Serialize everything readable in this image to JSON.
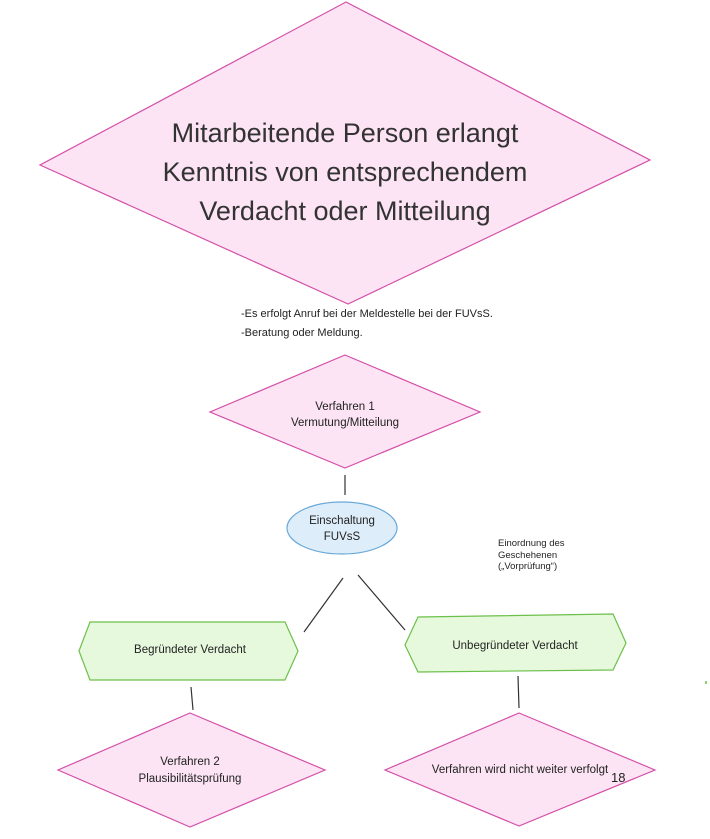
{
  "colors": {
    "decision_fill": "#fce4f4",
    "decision_stroke": "#d44fa8",
    "process_fill": "#e6f9dc",
    "process_stroke": "#6cc04a",
    "oval_fill": "#ddeefa",
    "oval_stroke": "#6aa8d8",
    "connector": "#333333"
  },
  "main_decision": {
    "text": "Mitarbeitende Person erlangt\nKenntnis von entsprechendem\nVerdacht oder Mitteilung"
  },
  "notes": {
    "line1": "-Es erfolgt Anruf bei der Meldestelle bei der FUVsS.",
    "line2": "-Beratung oder Meldung."
  },
  "verfahren1": {
    "title": "Verfahren 1",
    "subtitle": "Vermutung/Mitteilung"
  },
  "einschaltung": {
    "line1": "Einschaltung",
    "line2": "FUVsS"
  },
  "side_note": {
    "text": "Einordnung des\nGeschehenen\n(„Vorprüfung“)"
  },
  "branches": {
    "left_label": "Begründeter Verdacht",
    "right_label": "Unbegründeter Verdacht"
  },
  "verfahren2": {
    "title": "Verfahren 2",
    "subtitle": "Plausibilitätsprüfung"
  },
  "not_pursued": {
    "text": "Verfahren wird nicht weiter verfolgt"
  },
  "page_number": "18"
}
